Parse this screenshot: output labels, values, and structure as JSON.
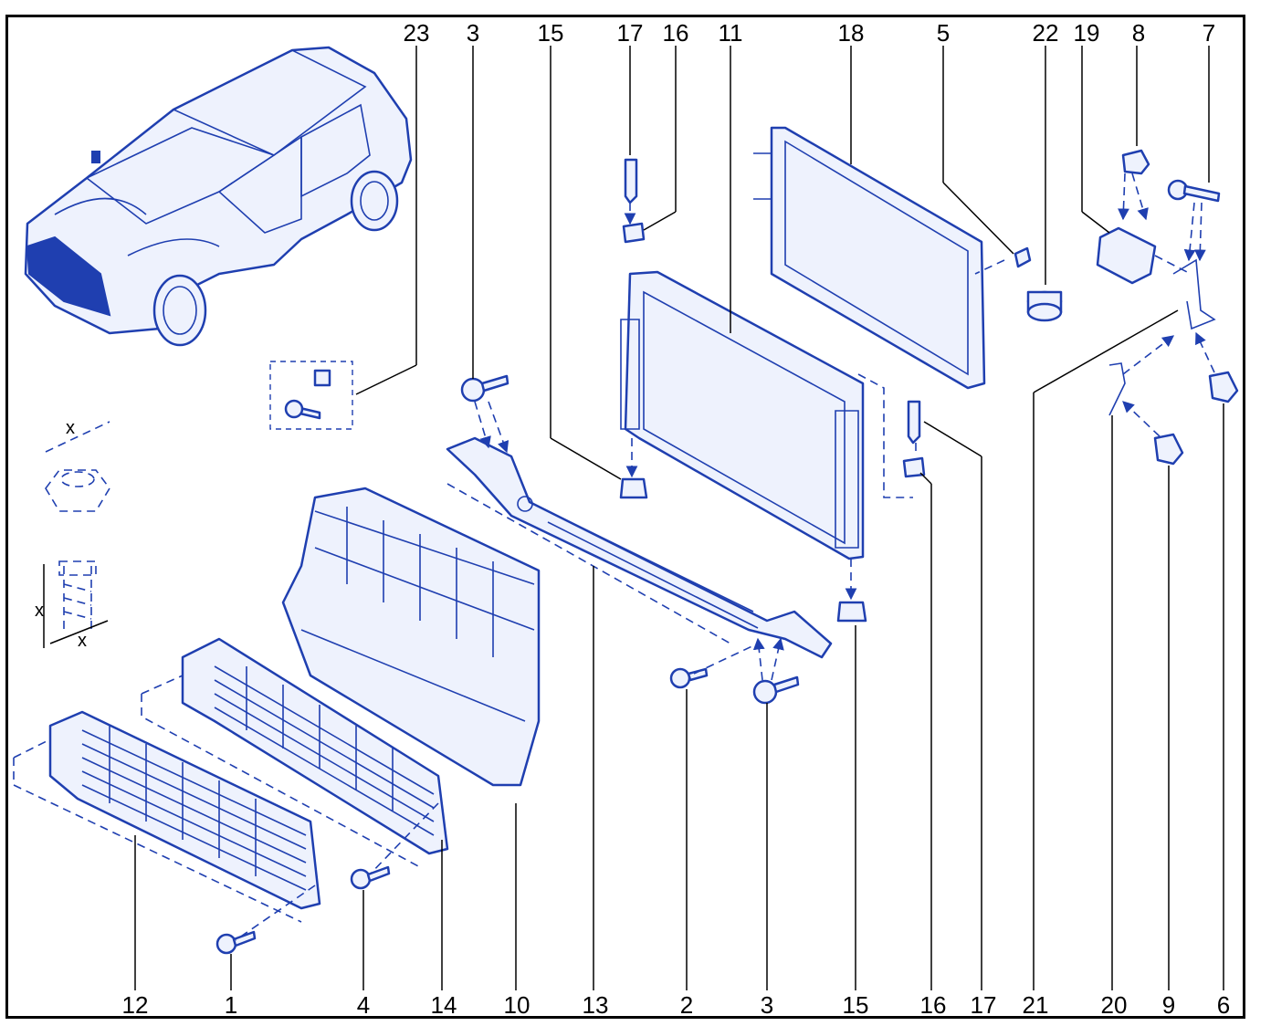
{
  "colors": {
    "line": "#1f3fb0",
    "fill": "#eef2fd",
    "callout": "#000000",
    "frame": "#000000"
  },
  "callouts_top": [
    "23",
    "3",
    "15",
    "17",
    "16",
    "11",
    "18",
    "5",
    "22",
    "19",
    "8",
    "7"
  ],
  "callouts_bottom": [
    "12",
    "1",
    "4",
    "14",
    "10",
    "13",
    "2",
    "3",
    "15",
    "16",
    "17",
    "21",
    "20",
    "9",
    "6"
  ],
  "dimension_label": "x",
  "parts": [
    {
      "name": "vehicle-overview-icon"
    },
    {
      "name": "radiator-icon"
    },
    {
      "name": "condenser-icon"
    },
    {
      "name": "front-crossmember-icon"
    },
    {
      "name": "air-deflector-icon"
    },
    {
      "name": "upper-grille-shutter-icon"
    },
    {
      "name": "lower-grille-shutter-icon"
    },
    {
      "name": "bracket-icon"
    },
    {
      "name": "sensor-icon"
    },
    {
      "name": "bolt-icon"
    },
    {
      "name": "nut-icon"
    },
    {
      "name": "rubber-mount-icon"
    },
    {
      "name": "clip-icon"
    }
  ]
}
